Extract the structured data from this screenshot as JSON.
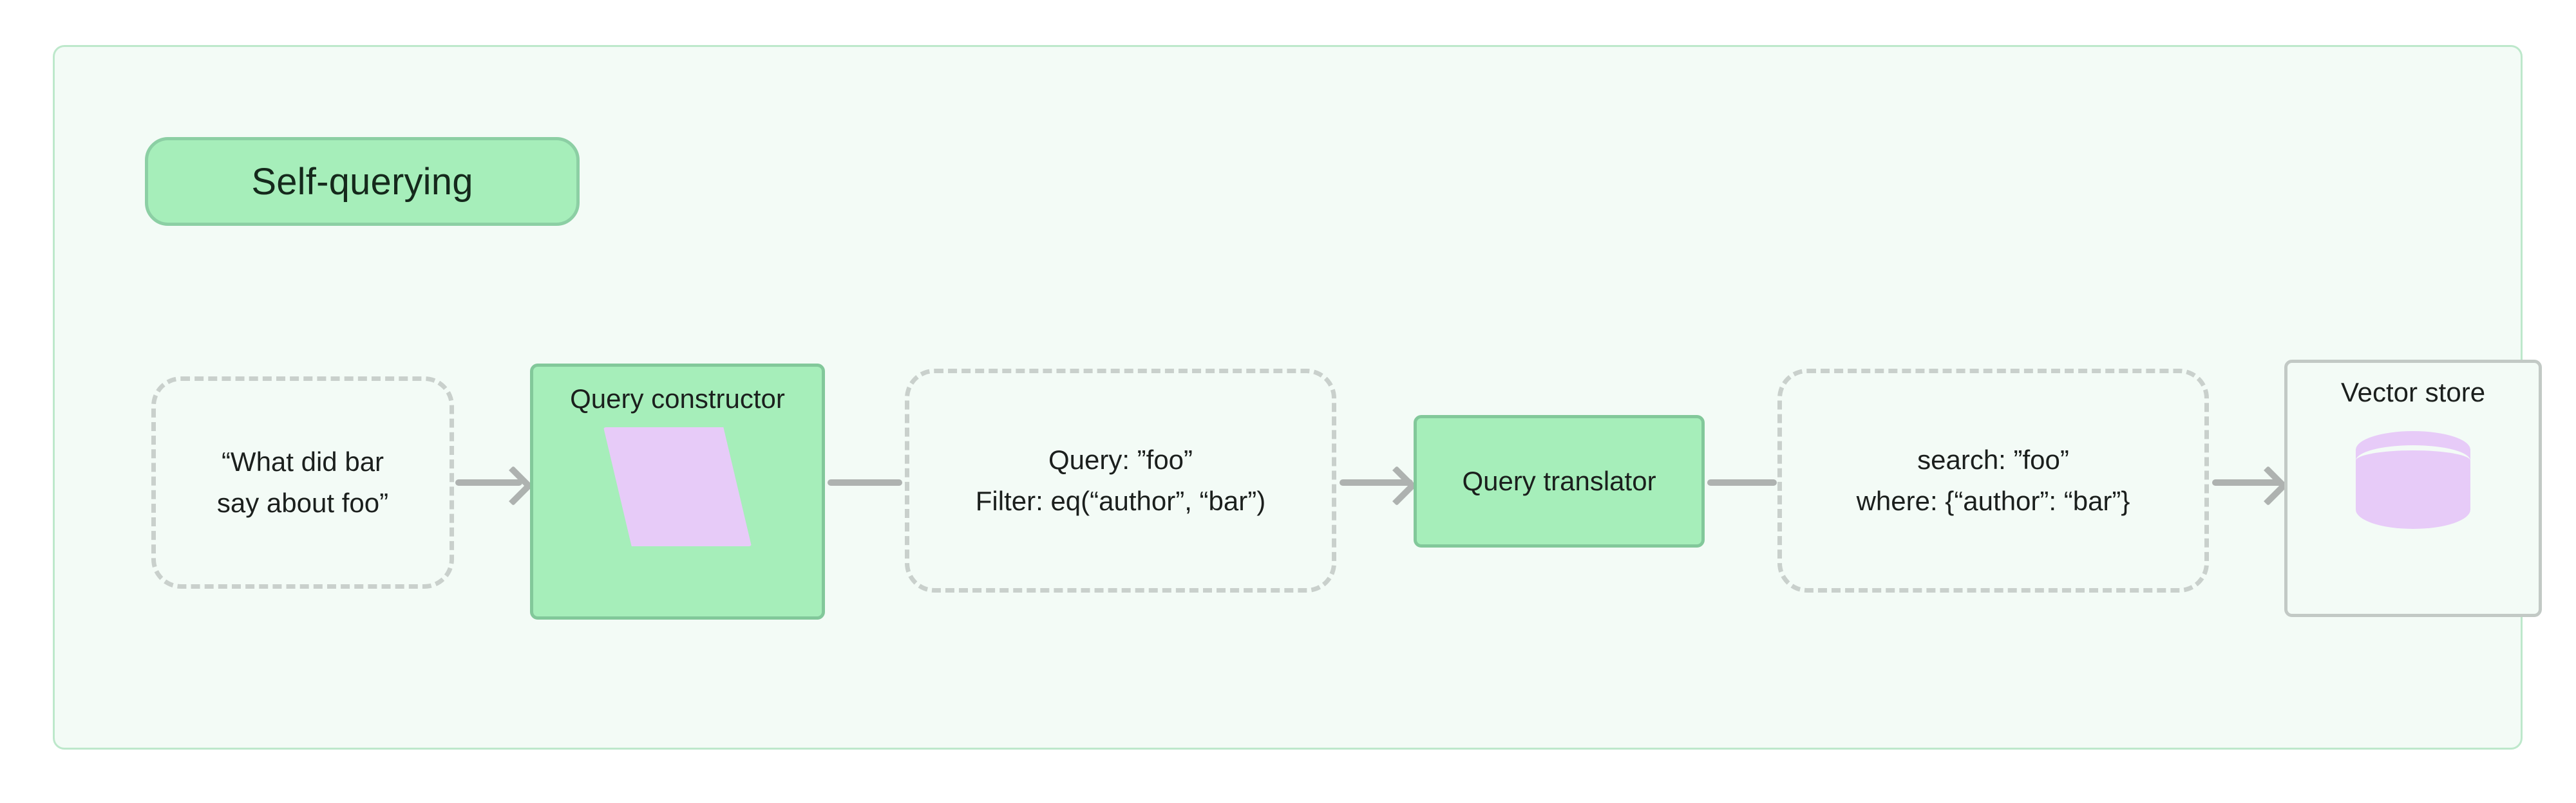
{
  "diagram": {
    "title": "Self-querying",
    "container_bg": "#f3fbf6",
    "container_border": "#bde8cb",
    "accent_green": "#a6eeba",
    "accent_purple": "#e7cbf8",
    "connector_gray": "#aeb2b0"
  },
  "nodes": {
    "user_query": {
      "id": "user-query",
      "shape": "dashed-rounded",
      "lines": [
        "“What did bar",
        "say about foo”"
      ]
    },
    "query_constructor": {
      "id": "query-constructor",
      "shape": "green-box",
      "label": "Query constructor",
      "glyph": "parallelogram-icon"
    },
    "structured_query": {
      "id": "structured-query",
      "shape": "dashed-rounded",
      "lines": [
        "Query: ”foo”",
        "Filter: eq(“author”, “bar”)"
      ]
    },
    "query_translator": {
      "id": "query-translator",
      "shape": "green-box",
      "label": "Query translator"
    },
    "translated_query": {
      "id": "translated-query",
      "shape": "dashed-rounded",
      "lines": [
        "search: ”foo”",
        "where: {“author”: “bar”}"
      ]
    },
    "vector_store": {
      "id": "vector-store",
      "shape": "plain-box",
      "label": "Vector store",
      "glyph": "database-cylinder-icon"
    }
  },
  "connectors": [
    {
      "id": "conn-1",
      "from": "user_query",
      "to": "query_constructor",
      "arrowhead": true
    },
    {
      "id": "conn-2",
      "from": "query_constructor",
      "to": "structured_query",
      "arrowhead": false
    },
    {
      "id": "conn-3",
      "from": "structured_query",
      "to": "query_translator",
      "arrowhead": true
    },
    {
      "id": "conn-4",
      "from": "query_translator",
      "to": "translated_query",
      "arrowhead": false
    },
    {
      "id": "conn-5",
      "from": "translated_query",
      "to": "vector_store",
      "arrowhead": true
    }
  ]
}
